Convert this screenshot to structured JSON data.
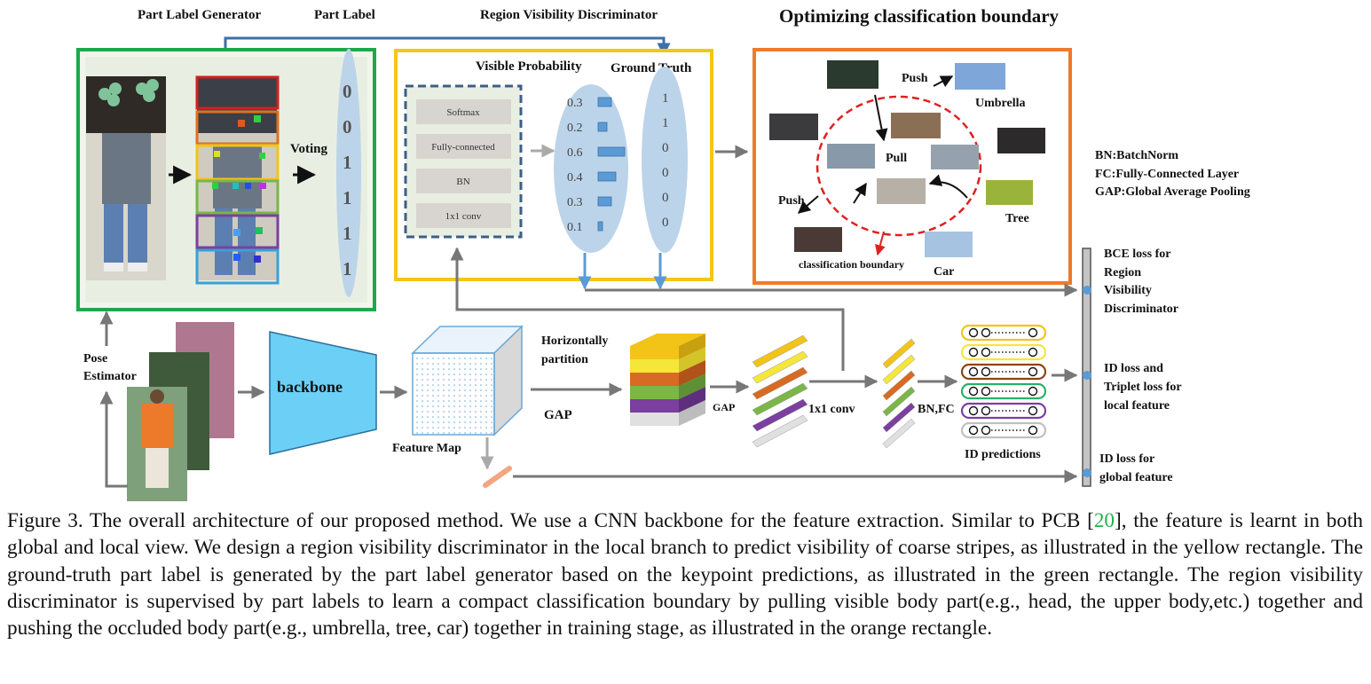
{
  "headers": {
    "part_label_generator": "Part Label Generator",
    "part_label": "Part Label",
    "region_visibility_discriminator": "Region Visibility Discriminator",
    "optimizing_title": "Optimizing classification boundary"
  },
  "green_box": {
    "voting": "Voting",
    "part_labels": [
      "0",
      "0",
      "1",
      "1",
      "1",
      "1"
    ]
  },
  "yellow_box": {
    "visible_probability": "Visible Probability",
    "ground_truth": "Ground Truth",
    "layers": [
      "Softmax",
      "Fully-connected",
      "BN",
      "1x1 conv"
    ],
    "probabilities": [
      "0.3",
      "0.2",
      "0.6",
      "0.4",
      "0.3",
      "0.1"
    ],
    "prob_values": [
      0.3,
      0.2,
      0.6,
      0.4,
      0.3,
      0.1
    ],
    "ground_truth_values": [
      "1",
      "1",
      "0",
      "0",
      "0",
      "0"
    ]
  },
  "orange_box": {
    "push_top": "Push",
    "umbrella": "Umbrella",
    "pull": "Pull",
    "push_left": "Push",
    "tree": "Tree",
    "classification_boundary": "classification boundary",
    "car": "Car"
  },
  "legend": [
    "BN:BatchNorm",
    "FC:Fully-Connected Layer",
    "GAP:Global Average Pooling"
  ],
  "pipeline": {
    "pose_estimator": [
      "Pose",
      "Estimator"
    ],
    "backbone": "backbone",
    "feature_map": "Feature Map",
    "horizontally_partition": [
      "Horizontally",
      "partition"
    ],
    "gap_big": "GAP",
    "gap_small": "GAP",
    "conv1x1": "1x1 conv",
    "bn_fc": "BN,FC",
    "id_predictions": "ID predictions"
  },
  "losses": {
    "bce": [
      "BCE loss for",
      "Region",
      "Visibility",
      "Discriminator"
    ],
    "id_triplet": [
      "ID loss and",
      "Triplet loss  for",
      "local feature"
    ],
    "id_global": [
      "ID loss for",
      "global feature"
    ]
  },
  "caption": {
    "before_ref": "Figure 3. The overall architecture of our proposed method.  We use a CNN backbone for the feature extraction.  Similar to PCB [",
    "ref": "20",
    "after_ref": "], the feature is learnt in both global and local view.  We design a region visibility discriminator in the local branch to predict visibility of coarse stripes, as illustrated in the yellow rectangle.  The ground-truth part label is generated by the part label generator based on the keypoint predictions, as illustrated in the green rectangle. The region visibility discriminator is supervised by part labels to learn a compact classification boundary by pulling visible body part(e.g., head, the upper body,etc.)  together and pushing the occluded body part(e.g., umbrella, tree, car) together in training stage, as illustrated in the orange rectangle."
  },
  "colors": {
    "green": "#1fa84a",
    "yellow": "#f5c518",
    "orange": "#f07a2a",
    "blue_arrow": "#3d6fa8",
    "steel_blue": "#5b9bd5",
    "backbone_fill": "#6ccff6",
    "ellipse_fill": "#bcd4ea",
    "stripe_colors": [
      "#d42020",
      "#e07020",
      "#f2c418",
      "#7ab648",
      "#7b3fa0",
      "#3aa0d8"
    ]
  }
}
